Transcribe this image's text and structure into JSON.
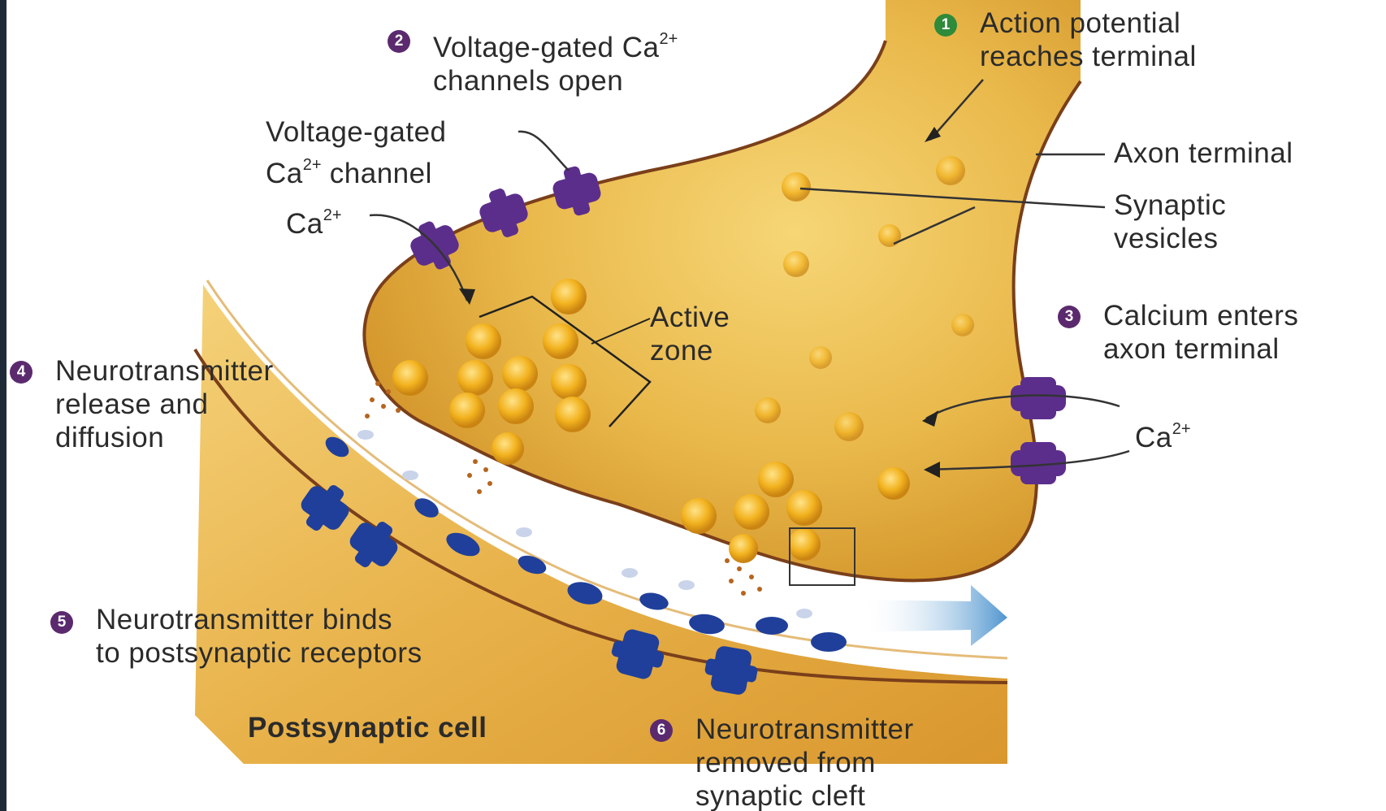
{
  "colors": {
    "cytoplasm": "#e8b446",
    "membrane": "#7a3f1a",
    "vesicle": "#f0b21c",
    "channel_ca": "#5c2e8c",
    "receptor": "#1f3f9a",
    "step_purple": "#5b2a6e",
    "step_green": "#2f8a3a",
    "cleft_arrow": "#6aa8d8"
  },
  "steps": [
    {
      "num": "1",
      "lines": [
        "Action potential",
        "reaches terminal"
      ]
    },
    {
      "num": "2",
      "lines": [
        "Voltage-gated Ca",
        "channels open"
      ],
      "superscript": "2+"
    },
    {
      "num": "3",
      "lines": [
        "Calcium enters",
        "axon terminal"
      ]
    },
    {
      "num": "4",
      "lines": [
        "Neurotransmitter",
        "release and",
        "diffusion"
      ]
    },
    {
      "num": "5",
      "lines": [
        "Neurotransmitter binds",
        "to postsynaptic receptors"
      ]
    },
    {
      "num": "6",
      "lines": [
        "Neurotransmitter",
        "removed from",
        "synaptic cleft"
      ]
    }
  ],
  "labels": {
    "vg_channel": {
      "line1": "Voltage-gated",
      "line2_pre": "Ca",
      "line2_sup": "2+",
      "line2_post": " channel"
    },
    "ca_left": {
      "text": "Ca",
      "sup": "2+"
    },
    "ca_right": {
      "text": "Ca",
      "sup": "2+"
    },
    "axon_terminal": "Axon terminal",
    "synaptic_vesicles": [
      "Synaptic",
      "vesicles"
    ],
    "active_zone": [
      "Active",
      "zone"
    ],
    "postsynaptic_cell": "Postsynaptic cell"
  },
  "icons": {
    "calcium_channel": "ca-channel-icon",
    "receptor": "receptor-icon",
    "vesicle": "vesicle-icon"
  }
}
